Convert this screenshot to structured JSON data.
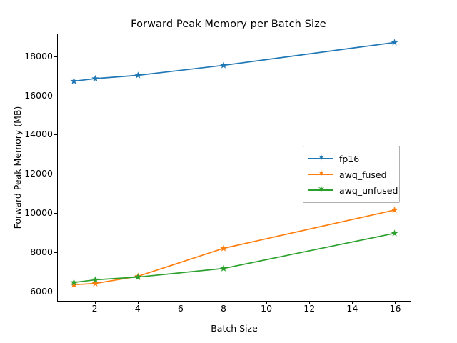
{
  "chart_data": {
    "type": "line",
    "title": "Forward Peak Memory per Batch Size",
    "xlabel": "Batch Size",
    "ylabel": "Forward Peak Memory (MB)",
    "x": [
      1,
      2,
      4,
      8,
      16
    ],
    "xlim": [
      0.25,
      16.75
    ],
    "ylim": [
      5500,
      19150
    ],
    "xticks": [
      2,
      4,
      6,
      8,
      10,
      12,
      14,
      16
    ],
    "yticks": [
      6000,
      8000,
      10000,
      12000,
      14000,
      16000,
      18000
    ],
    "xtick_labels": [
      "2",
      "4",
      "6",
      "8",
      "10",
      "12",
      "14",
      "16"
    ],
    "ytick_labels": [
      "6000",
      "8000",
      "10000",
      "12000",
      "14000",
      "16000",
      "18000"
    ],
    "grid": false,
    "legend_position": "center right",
    "marker": "star",
    "series": [
      {
        "name": "fp16",
        "color": "#1f77b4",
        "values": [
          16750,
          16880,
          17050,
          17560,
          18730
        ]
      },
      {
        "name": "awq_fused",
        "color": "#ff7f0e",
        "values": [
          6330,
          6390,
          6760,
          8190,
          10150
        ]
      },
      {
        "name": "awq_unfused",
        "color": "#2ca02c",
        "values": [
          6440,
          6580,
          6720,
          7160,
          8960
        ]
      }
    ]
  },
  "legend": {
    "entries": [
      {
        "label": "fp16"
      },
      {
        "label": "awq_fused"
      },
      {
        "label": "awq_unfused"
      }
    ]
  }
}
